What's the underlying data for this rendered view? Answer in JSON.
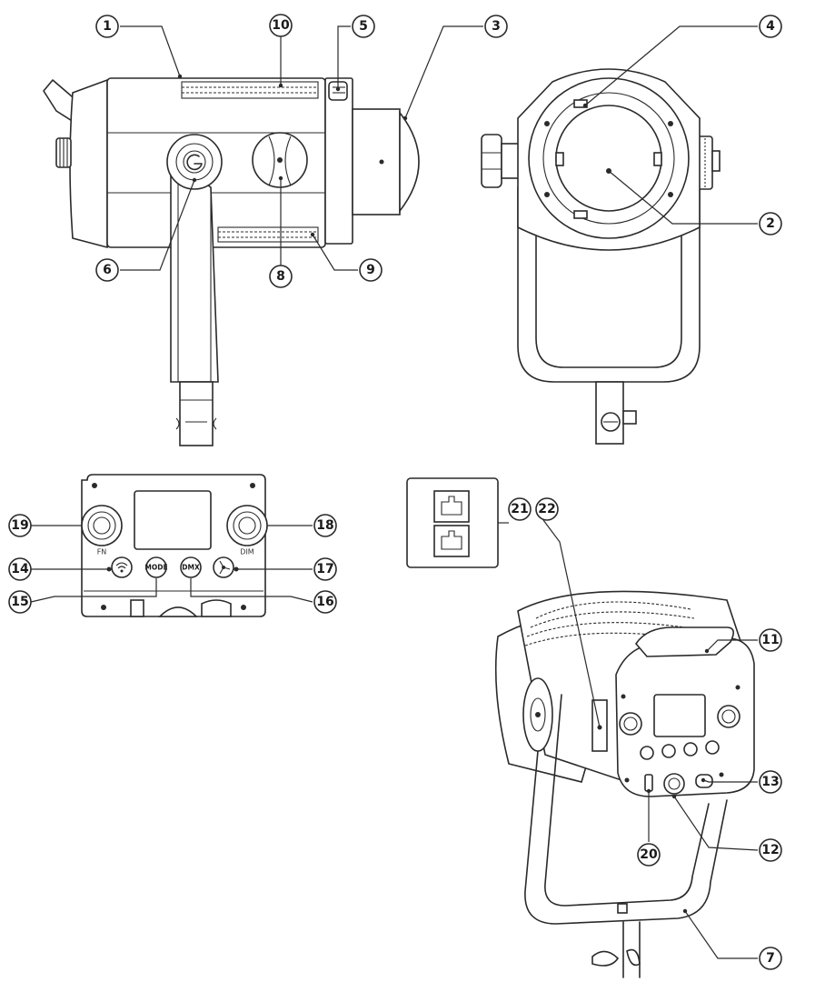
{
  "callouts": [
    {
      "id": "c1",
      "label": "1"
    },
    {
      "id": "c2",
      "label": "2"
    },
    {
      "id": "c3",
      "label": "3"
    },
    {
      "id": "c4",
      "label": "4"
    },
    {
      "id": "c5",
      "label": "5"
    },
    {
      "id": "c6",
      "label": "6"
    },
    {
      "id": "c7",
      "label": "7"
    },
    {
      "id": "c8",
      "label": "8"
    },
    {
      "id": "c9",
      "label": "9"
    },
    {
      "id": "c10",
      "label": "10"
    },
    {
      "id": "c11",
      "label": "11"
    },
    {
      "id": "c12",
      "label": "12"
    },
    {
      "id": "c13",
      "label": "13"
    },
    {
      "id": "c14",
      "label": "14"
    },
    {
      "id": "c15",
      "label": "15"
    },
    {
      "id": "c16",
      "label": "16"
    },
    {
      "id": "c17",
      "label": "17"
    },
    {
      "id": "c18",
      "label": "18"
    },
    {
      "id": "c19",
      "label": "19"
    },
    {
      "id": "c20",
      "label": "20"
    },
    {
      "id": "c21",
      "label": "21"
    },
    {
      "id": "c22",
      "label": "22"
    }
  ],
  "control_panel": {
    "fn_label": "FN",
    "dim_label": "DIM",
    "mode_label": "MODE",
    "dmx_label": "DMX"
  },
  "colors": {
    "line": "#2a2a2a",
    "background": "#ffffff"
  }
}
